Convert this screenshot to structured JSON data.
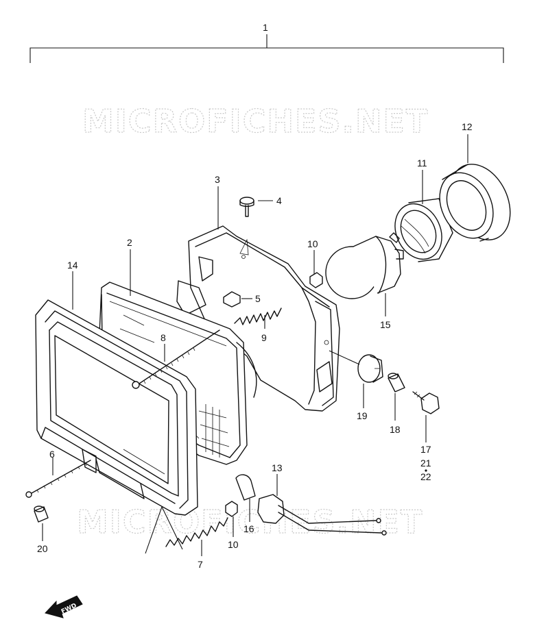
{
  "watermark": {
    "text": "MICROFICHES.NET"
  },
  "fwd_arrow_label": "FWD",
  "assembly_label": "1",
  "callouts": {
    "c1": "1",
    "c2": "2",
    "c3": "3",
    "c4": "4",
    "c5": "5",
    "c6": "6",
    "c7": "7",
    "c8": "8",
    "c9": "9",
    "c10a": "10",
    "c10b": "10",
    "c11": "11",
    "c12": "12",
    "c13": "13",
    "c14": "14",
    "c15": "15",
    "c16": "16",
    "c17": "17",
    "c18": "18",
    "c19": "19",
    "c20": "20",
    "c21": "21",
    "c22": "22"
  },
  "colors": {
    "line": "#111111",
    "watermark": "#c8c8c8",
    "background": "#ffffff"
  }
}
